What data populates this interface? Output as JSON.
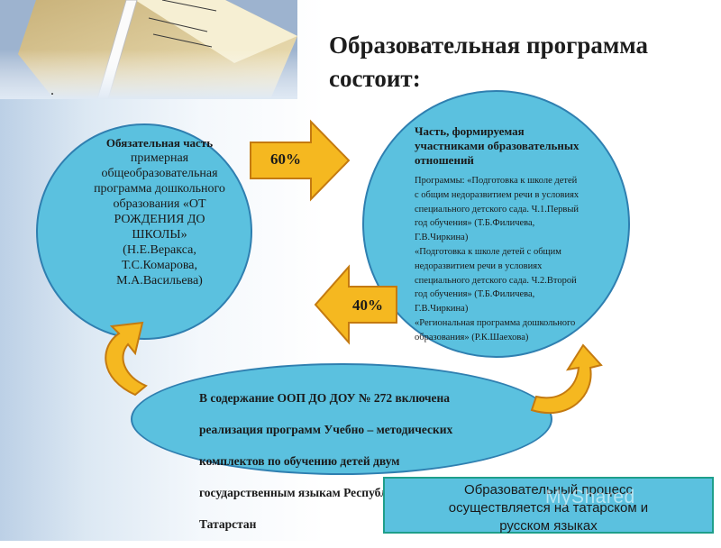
{
  "title": [
    "Образовательная программа",
    "состоит:"
  ],
  "dot": ".",
  "left_circle": {
    "heading": "Обязательная часть",
    "lines": [
      "примерная",
      "общеобразовательная",
      "программа дошкольного",
      "образования «ОТ",
      "РОЖДЕНИЯ ДО",
      "ШКОЛЫ»",
      "(Н.Е.Веракса,",
      "Т.С.Комарова,",
      "М.А.Васильева)"
    ]
  },
  "right_circle": {
    "heading": [
      "Часть, формируемая",
      "участниками образовательных",
      "отношений"
    ],
    "lines": [
      "Программы: «Подготовка к школе детей",
      "с общим недоразвитием речи в условиях",
      "специального детского сада.  Ч.1.Первый",
      "год обучения» (Т.Б.Филичева,",
      "Г.В.Чиркина)",
      "«Подготовка к школе детей с общим",
      "недоразвитием речи в условиях",
      "специального детского сада.  Ч.2.Второй",
      "год обучения» (Т.Б.Филичева,",
      "Г.В.Чиркина)",
      "«Региональная программа дошкольного",
      "образования» (Р.К.Шаехова)"
    ]
  },
  "bottom_ellipse": {
    "lines": [
      "В содержание ООП ДО ДОУ № 272 включена",
      "реализация программ Учебно – методических",
      "комплектов по обучению детей двум",
      "государственным языкам Республики",
      "Татарстан"
    ]
  },
  "arrows": {
    "right_label": "60%",
    "left_label": "40%"
  },
  "note": {
    "lines": [
      "Образовательный  процесс",
      "осуществляется на татарском и",
      "русском языках"
    ]
  },
  "watermark": "MyShared",
  "colors": {
    "bubble": "#5bc1df",
    "arrow": "#f5b820",
    "arrow_outline": "#c47a10"
  }
}
